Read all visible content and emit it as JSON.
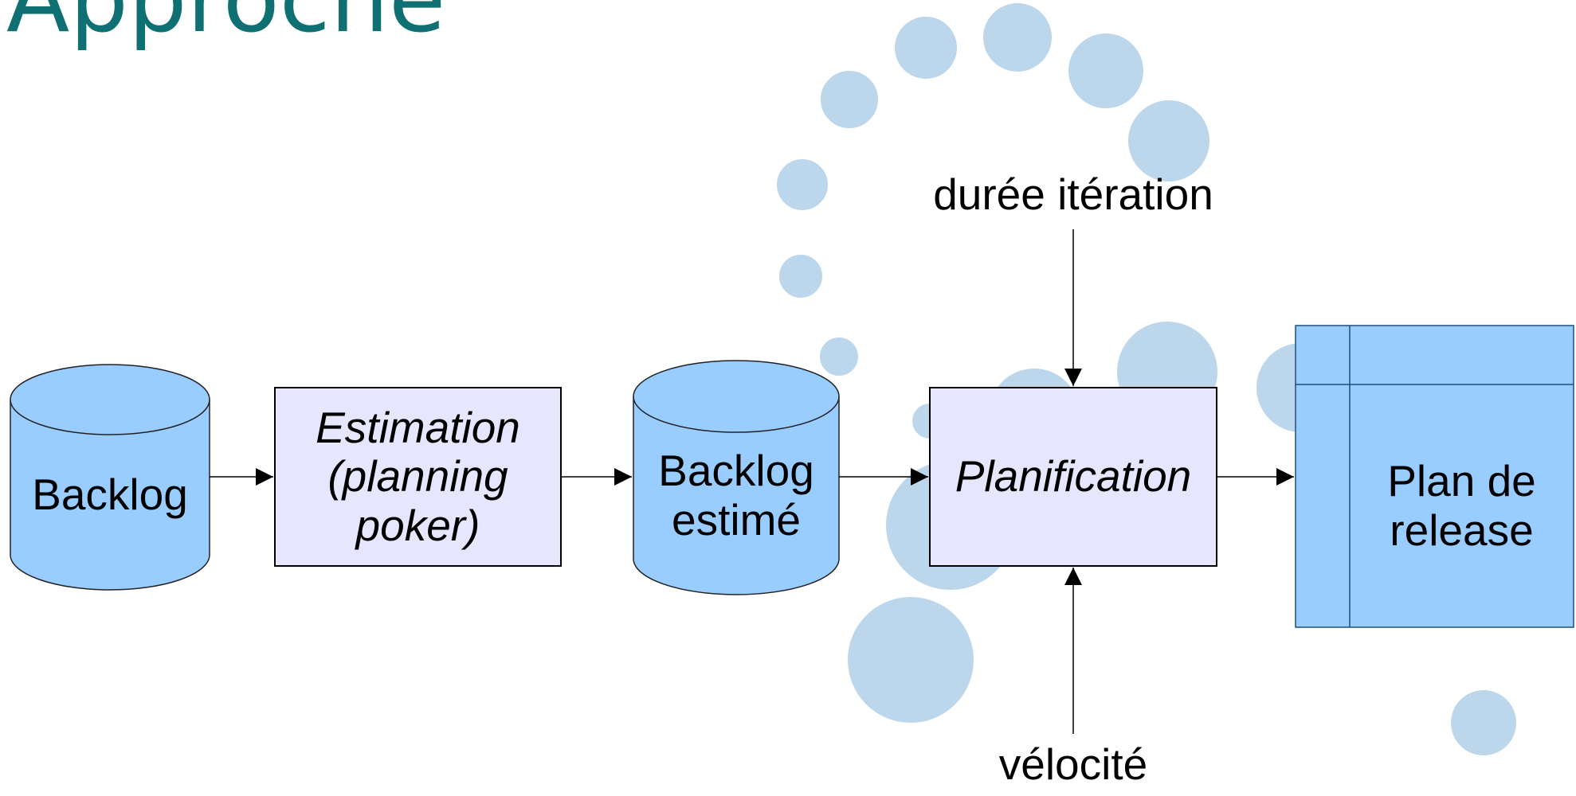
{
  "title": "Approche",
  "nodes": {
    "backlog": "Backlog",
    "estimation": "Estimation\n(planning\n poker)",
    "backlog_estime": "Backlog\nestimé",
    "planification": "Planification",
    "plan_release": "Plan de\nrelease"
  },
  "inputs": {
    "duree_iteration": "durée itération",
    "velocite": "vélocité"
  },
  "colors": {
    "cylinder_fill": "#99ccff",
    "process_fill": "#e6e6ff",
    "bubble_fill": "#bcd6ec",
    "title": "#0e7072"
  }
}
